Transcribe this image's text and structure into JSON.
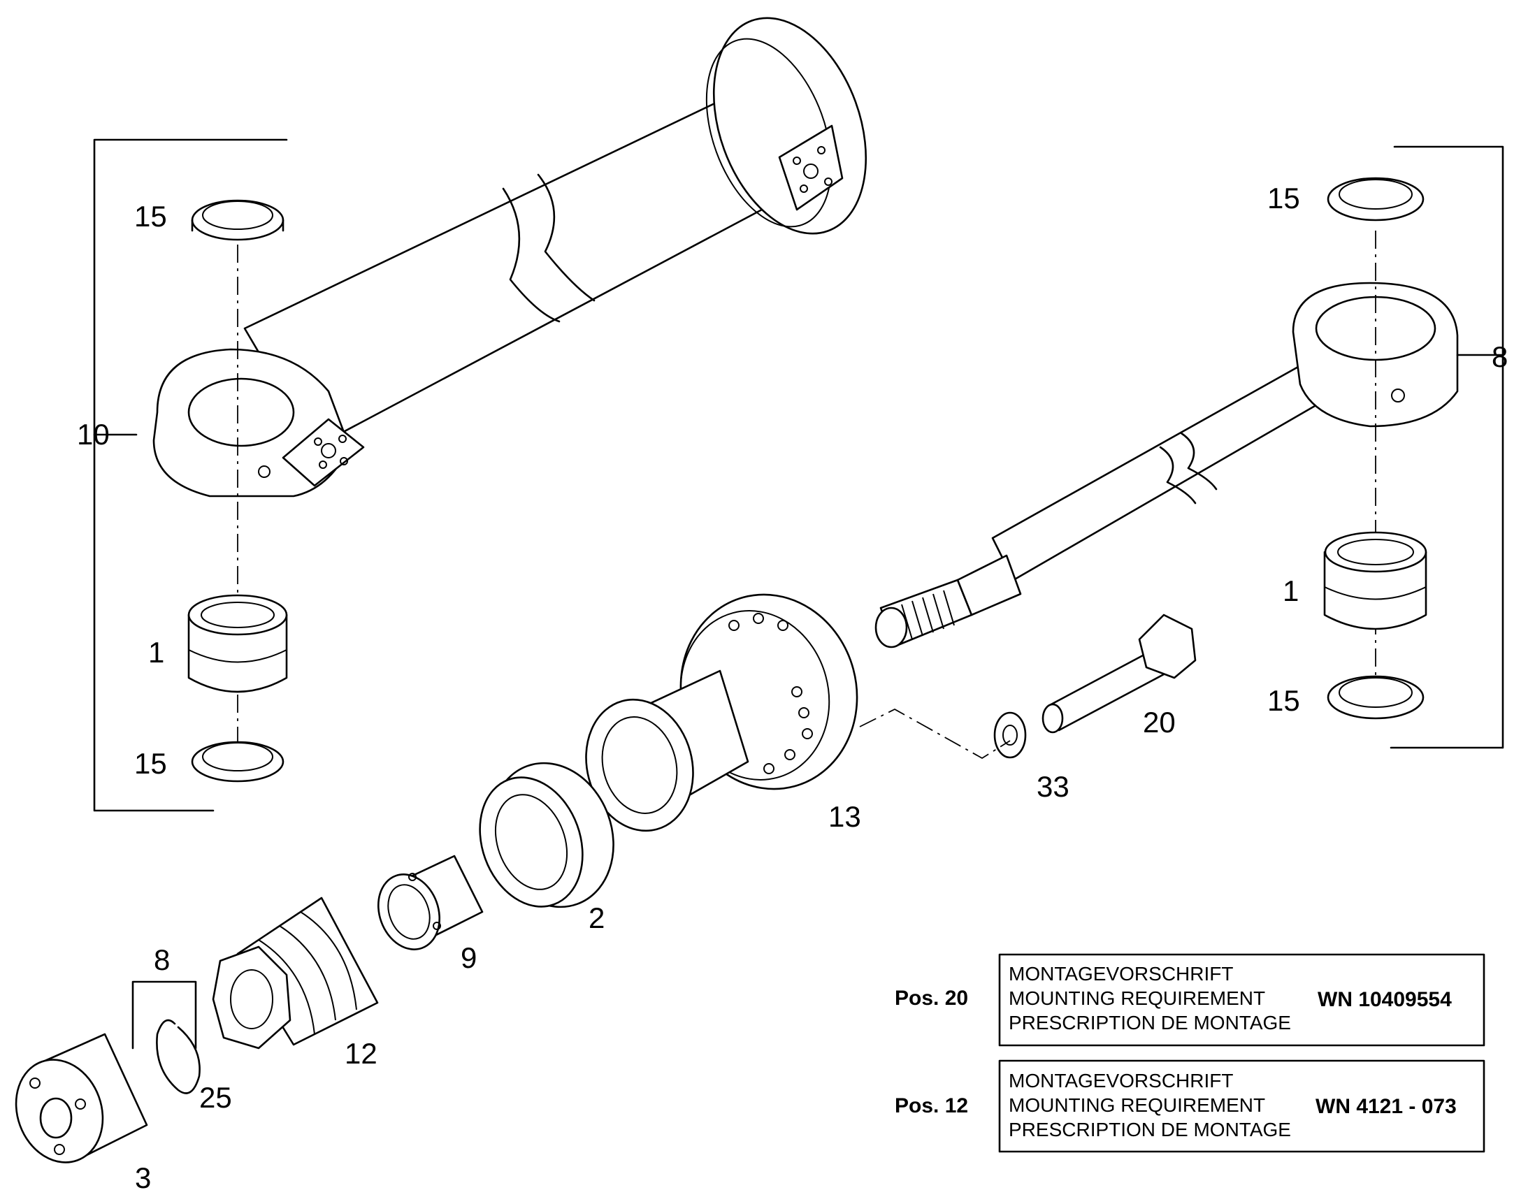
{
  "callouts": {
    "c15_tl": "15",
    "c10": "10",
    "c1_l": "1",
    "c15_bl": "15",
    "c15_tr": "15",
    "c8_r": "8",
    "c1_r": "1",
    "c15_br": "15",
    "c20": "20",
    "c33": "33",
    "c13": "13",
    "c2": "2",
    "c9": "9",
    "c8_b": "8",
    "c12": "12",
    "c25": "25",
    "c3": "3"
  },
  "notes": [
    {
      "pos_label": "Pos. 20",
      "lines": [
        "MONTAGEVORSCHRIFT",
        "MOUNTING REQUIREMENT",
        "PRESCRIPTION DE MONTAGE"
      ],
      "ref": "WN 10409554"
    },
    {
      "pos_label": "Pos. 12",
      "lines": [
        "MONTAGEVORSCHRIFT",
        "MOUNTING REQUIREMENT",
        "PRESCRIPTION DE MONTAGE"
      ],
      "ref": "WN 4121 - 073"
    }
  ]
}
